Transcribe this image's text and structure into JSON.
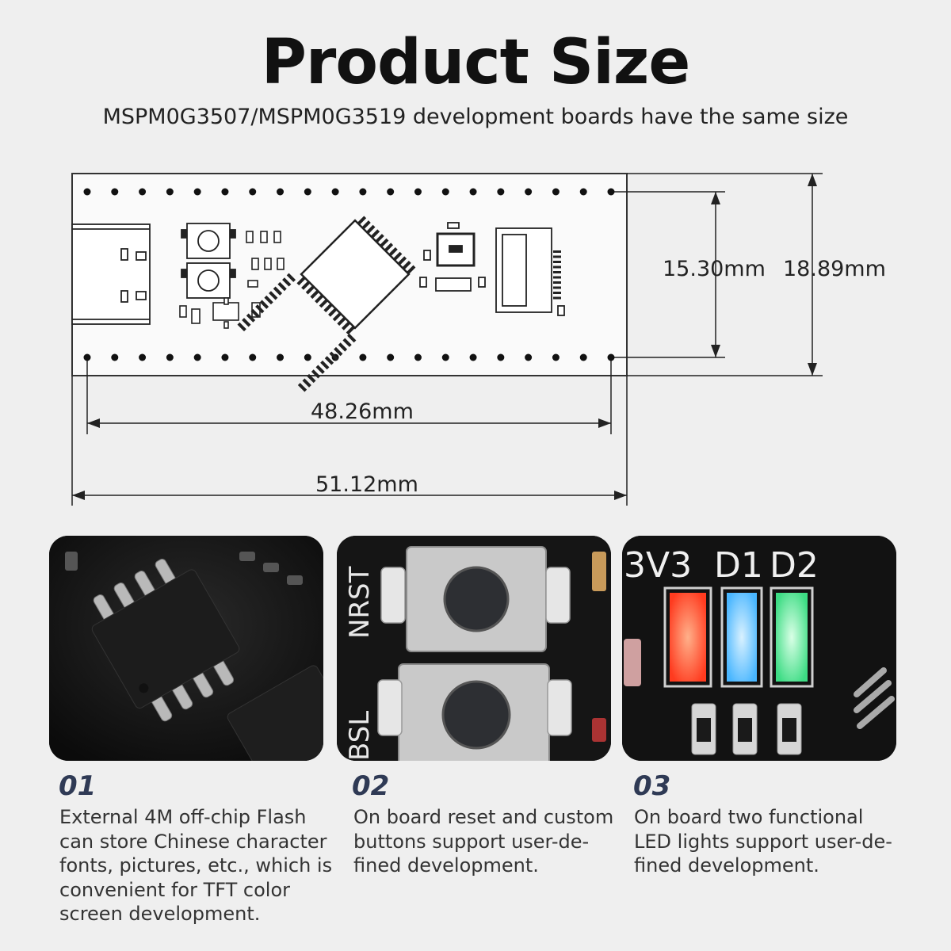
{
  "header": {
    "title": "Product Size",
    "subtitle": "MSPM0G3507/MSPM0G3519 development boards have the same size"
  },
  "dimensions": {
    "pin_spacing_height": "15.30mm",
    "board_height": "18.89mm",
    "pin_spacing_width": "48.26mm",
    "board_width": "51.12mm"
  },
  "photo_labels": {
    "nrst": "NRST",
    "bsl": "BSL",
    "led_3v3": "3V3",
    "led_d1": "D1",
    "led_d2": "D2"
  },
  "led_colors": {
    "power": "#ff3b1f",
    "d1": "#49b6ff",
    "d2": "#3ddc84"
  },
  "features": [
    {
      "number": "01",
      "text": "External 4M off-chip Flash\ncan store Chinese character\nfonts, pictures, etc., which is\nconvenient for TFT color\nscreen development."
    },
    {
      "number": "02",
      "text": "On board reset and custom\nbuttons support user-de-\nfined development."
    },
    {
      "number": "03",
      "text": "On board two functional\nLED lights support user-de-\nfined development."
    }
  ]
}
